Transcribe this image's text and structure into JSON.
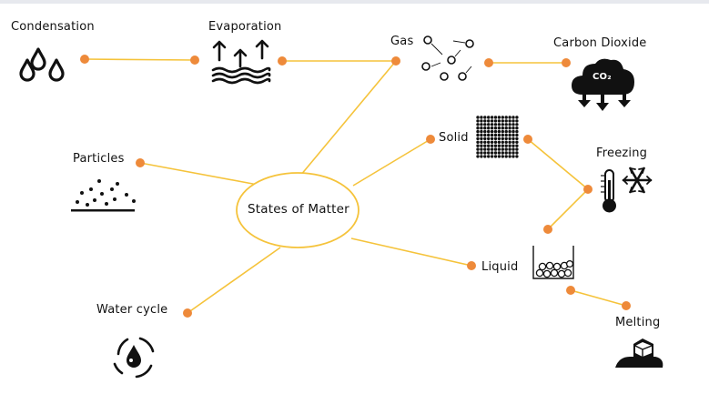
{
  "center": {
    "label": "States of Matter"
  },
  "nodes": {
    "condensation": "Condensation",
    "evaporation": "Evaporation",
    "gas": "Gas",
    "carbon_dioxide": "Carbon Dioxide",
    "co2_symbol": "CO₂",
    "particles": "Particles",
    "solid": "Solid",
    "freezing": "Freezing",
    "liquid": "Liquid",
    "water_cycle": "Water cycle",
    "melting": "Melting"
  },
  "colors": {
    "connector": "#f5c33b",
    "dot": "#ee8a3a",
    "ink": "#111111",
    "ellipse": "#f5c33b"
  },
  "icons": {
    "condensation": "water-drops-icon",
    "evaporation": "evaporation-icon",
    "gas": "gas-particles-icon",
    "carbon_dioxide": "co2-cloud-icon",
    "particles": "particles-icon",
    "solid": "solid-grid-icon",
    "freezing": "thermometer-snowflake-icon",
    "liquid": "liquid-beaker-icon",
    "water_cycle": "water-cycle-icon",
    "melting": "melting-ice-icon"
  }
}
